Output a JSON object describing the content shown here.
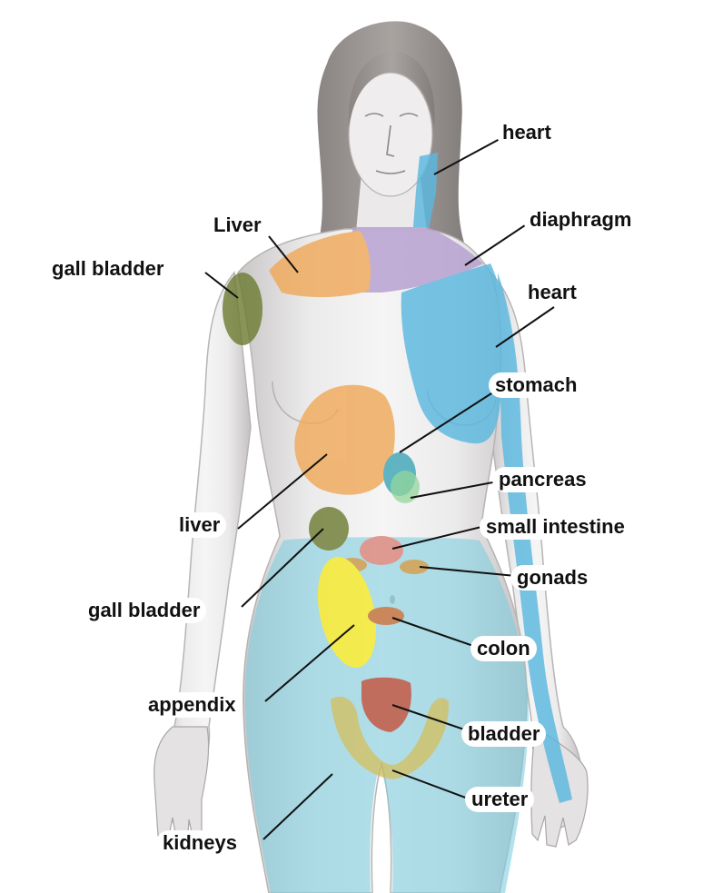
{
  "labels": {
    "heart_face": "heart",
    "diaphragm": "diaphragm",
    "liver_shoulder": "Liver",
    "gall_bladder_shoulder": "gall bladder",
    "heart_chest": "heart",
    "stomach": "stomach",
    "pancreas": "pancreas",
    "liver_abdomen": "liver",
    "small_intestine": "small intestine",
    "gall_bladder_abdomen": "gall bladder",
    "gonads": "gonads",
    "colon": "colon",
    "appendix": "appendix",
    "bladder": "bladder",
    "ureter": "ureter",
    "kidneys": "kidneys"
  },
  "colors": {
    "heart": "#5bb8e0",
    "diaphragm": "#b59fd0",
    "liver": "#f0a95a",
    "gall_bladder": "#6f7d35",
    "stomach": "#3fa6b8",
    "pancreas": "#7fd08a",
    "small_intestine": "#d9867c",
    "gonads": "#c99a4a",
    "colon": "#c0703a",
    "appendix": "#f4ea2a",
    "bladder": "#b5503e",
    "ureter": "#c9b850",
    "kidneys": "#7ccde0"
  }
}
